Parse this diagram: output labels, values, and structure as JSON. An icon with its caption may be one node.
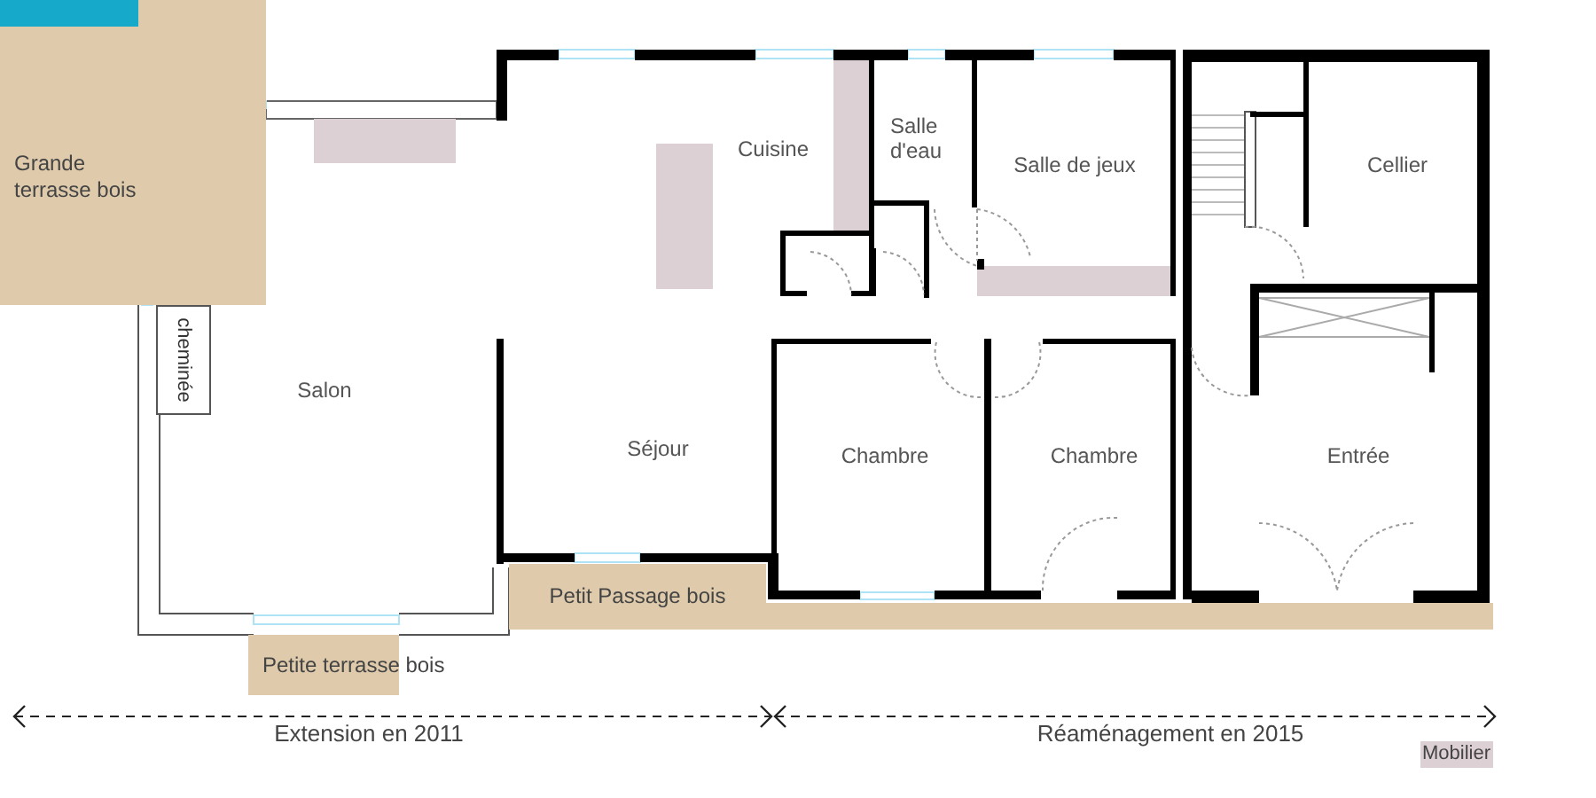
{
  "diagram": {
    "nodes": [
      {
        "text": [
          "Grande terrasse bois"
        ]
      },
      {
        "text": [
          "Cuisine"
        ]
      },
      {
        "text": [
          "Salle d'eau"
        ]
      },
      {
        "text": [
          "Salle de jeux"
        ]
      },
      {
        "text": [
          "Cellier"
        ]
      },
      {
        "text": [
          "cheminée"
        ]
      },
      {
        "text": [
          "Salon"
        ]
      },
      {
        "text": [
          "Séjour"
        ]
      },
      {
        "text": [
          "Chambre"
        ]
      },
      {
        "text": [
          "Chambre"
        ]
      },
      {
        "text": [
          "Entrée"
        ]
      },
      {
        "text": [
          "Petit Passage bois"
        ]
      },
      {
        "text": [
          "Petite terrasse bois"
        ]
      }
    ],
    "labels": [
      "Extension en 2011",
      "Réaménagement en 2015"
    ],
    "legend": [
      {
        "text": "Mobilier",
        "color": "#dcd0d4"
      }
    ]
  }
}
